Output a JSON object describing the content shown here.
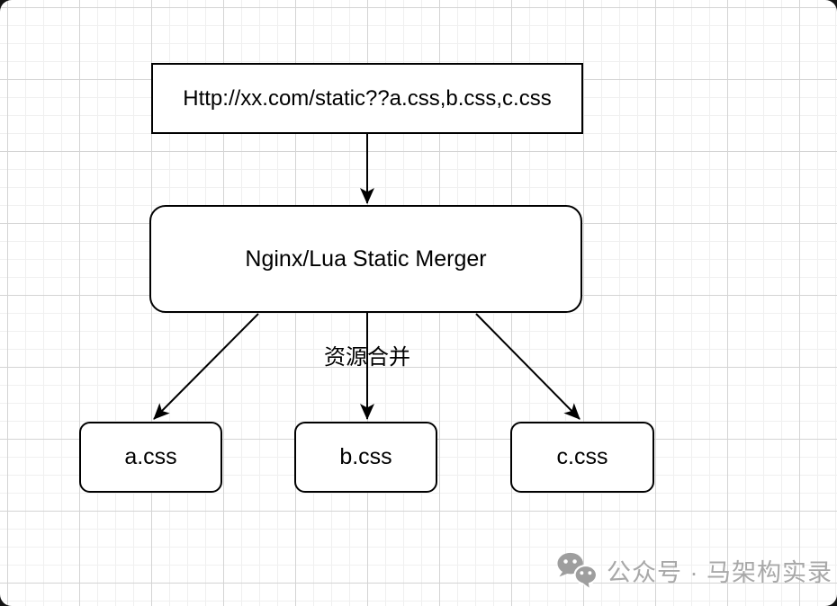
{
  "canvas": {
    "background": "#ffffff",
    "grid_minor_color": "#f0f0f0",
    "grid_major_color": "#d4d4d4",
    "outer_background": "#141414",
    "stroke_color": "#000000"
  },
  "nodes": {
    "request_url": {
      "label": "Http://xx.com/static??a.css,b.css,c.css"
    },
    "merger": {
      "label": "Nginx/Lua Static Merger"
    },
    "css_a": {
      "label": "a.css"
    },
    "css_b": {
      "label": "b.css"
    },
    "css_c": {
      "label": "c.css"
    }
  },
  "edges": {
    "merge_label": "资源合并"
  },
  "watermark": {
    "icon": "wechat-icon",
    "text": "公众号 · 马架构实录",
    "color": "#a8a8a8"
  }
}
